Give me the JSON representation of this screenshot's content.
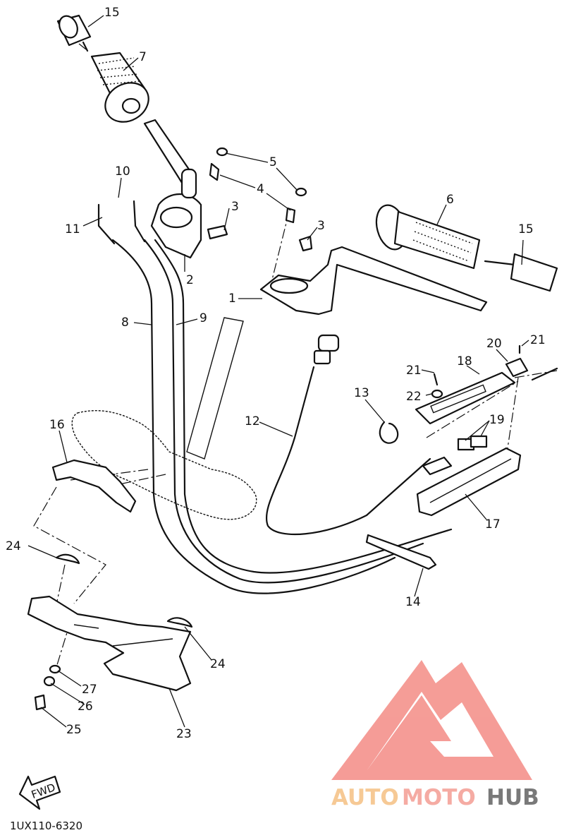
{
  "diagram": {
    "part_labels": {
      "p1": "1",
      "p2": "2",
      "p3a": "3",
      "p3b": "3",
      "p4": "4",
      "p5": "5",
      "p6": "6",
      "p7": "7",
      "p8": "8",
      "p9": "9",
      "p10": "10",
      "p11": "11",
      "p12": "12",
      "p13": "13",
      "p14": "14",
      "p15a": "15",
      "p15b": "15",
      "p16": "16",
      "p17": "17",
      "p18": "18",
      "p19": "19",
      "p20": "20",
      "p21a": "21",
      "p21b": "21",
      "p22": "22",
      "p23": "23",
      "p24a": "24",
      "p24b": "24",
      "p25": "25",
      "p26": "26",
      "p27": "27"
    },
    "fwd_label": "FWD",
    "drawing_code": "1UX110-6320"
  },
  "watermark": {
    "part1": "AUTO",
    "part2": "MOTO",
    "part3": "HUB",
    "colors": {
      "auto": "#f6c48a",
      "moto": "#f4a39a",
      "hub": "#6b6b6b",
      "logo": "#f4928c"
    }
  }
}
